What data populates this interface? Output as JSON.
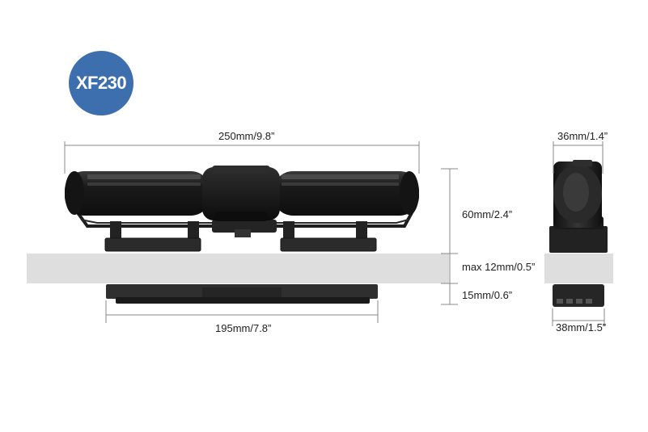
{
  "model": {
    "name": "XF230"
  },
  "dimensions": {
    "total_length": "250mm/9.8”",
    "mount_length": "195mm/7.8”",
    "height": "60mm/2.4”",
    "glass_thickness": "max 12mm/0.5”",
    "outer_mount_height": "15mm/0.6”",
    "side_top_width": "36mm/1.4”",
    "side_bottom_width": "38mm/1.5”"
  },
  "colors": {
    "badge": "#3d6fae",
    "glass": "#dedede",
    "pump_body": "#1c1c1c",
    "dimension_lines": "#888888"
  }
}
